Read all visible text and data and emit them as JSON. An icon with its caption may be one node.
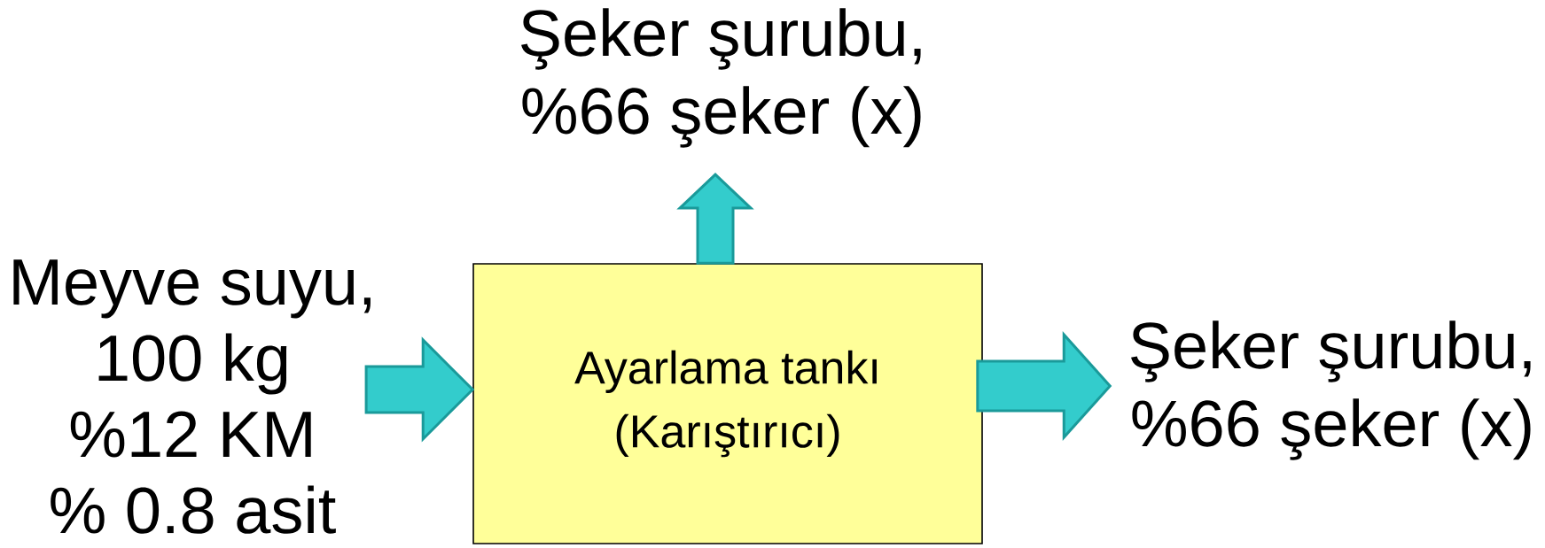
{
  "diagram": {
    "nodes": [
      {
        "text": [
          "Meyve suyu,",
          "100 kg",
          "%12 KM",
          "% 0.8 asit"
        ]
      },
      {
        "text": [
          "Ayarlama tankı",
          "(Karıştırıcı)"
        ]
      },
      {
        "text": [
          "Şeker şurubu,",
          "%66 şeker (x)"
        ]
      },
      {
        "text": [
          "Şeker şurubu,",
          "%66 şeker (x)"
        ]
      }
    ],
    "edges": [
      {
        "from": 0,
        "to": 1,
        "arrow": "to"
      },
      {
        "from": 1,
        "to": 2,
        "arrow": "to"
      },
      {
        "from": 1,
        "to": 3,
        "arrow": "to"
      }
    ]
  }
}
